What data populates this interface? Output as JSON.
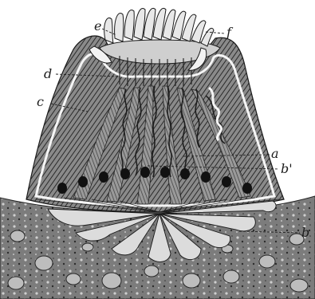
{
  "figure": {
    "labels": {
      "a": "a",
      "b_prime": "b'",
      "b": "b",
      "c": "c",
      "d": "d",
      "e": "e",
      "f": "f"
    }
  }
}
